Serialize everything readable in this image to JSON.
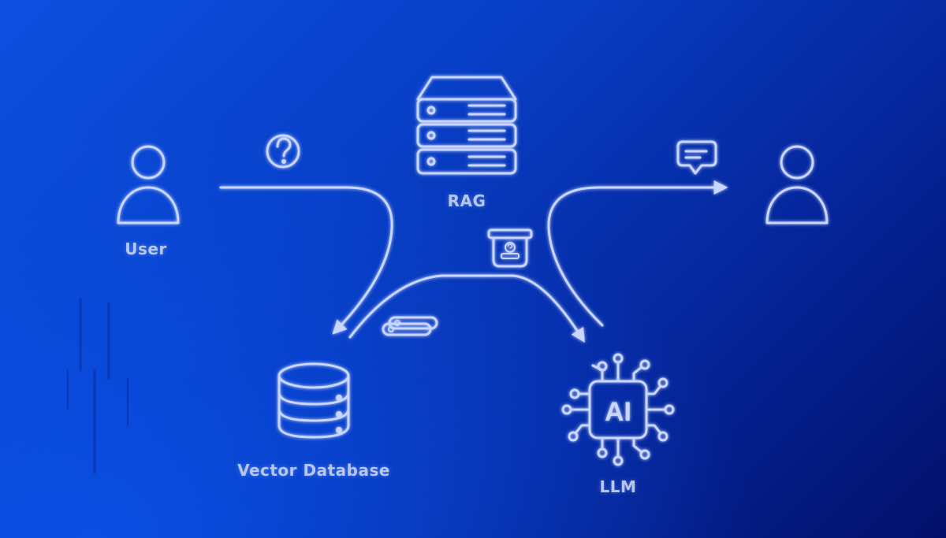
{
  "nodes": {
    "user": {
      "label": "User",
      "icon": "user-icon"
    },
    "rag": {
      "label": "RAG",
      "icon": "server-stack-icon"
    },
    "vector_db": {
      "label": "Vector Database",
      "icon": "database-icon"
    },
    "llm": {
      "label": "LLM",
      "icon": "ai-chip-icon",
      "chip_text": "AI"
    },
    "recipient": {
      "label": "",
      "icon": "user-icon"
    }
  },
  "tokens": {
    "question": "question-icon",
    "answer": "chat-bubble-icon",
    "retrieved_vectors": "vector-docs-icon",
    "context_package": "context-box-icon"
  },
  "colors": {
    "background_start": "#0d4fe0",
    "background_end": "#02106a",
    "stroke": "#c9d6ff",
    "label": "#b8c6ee"
  }
}
